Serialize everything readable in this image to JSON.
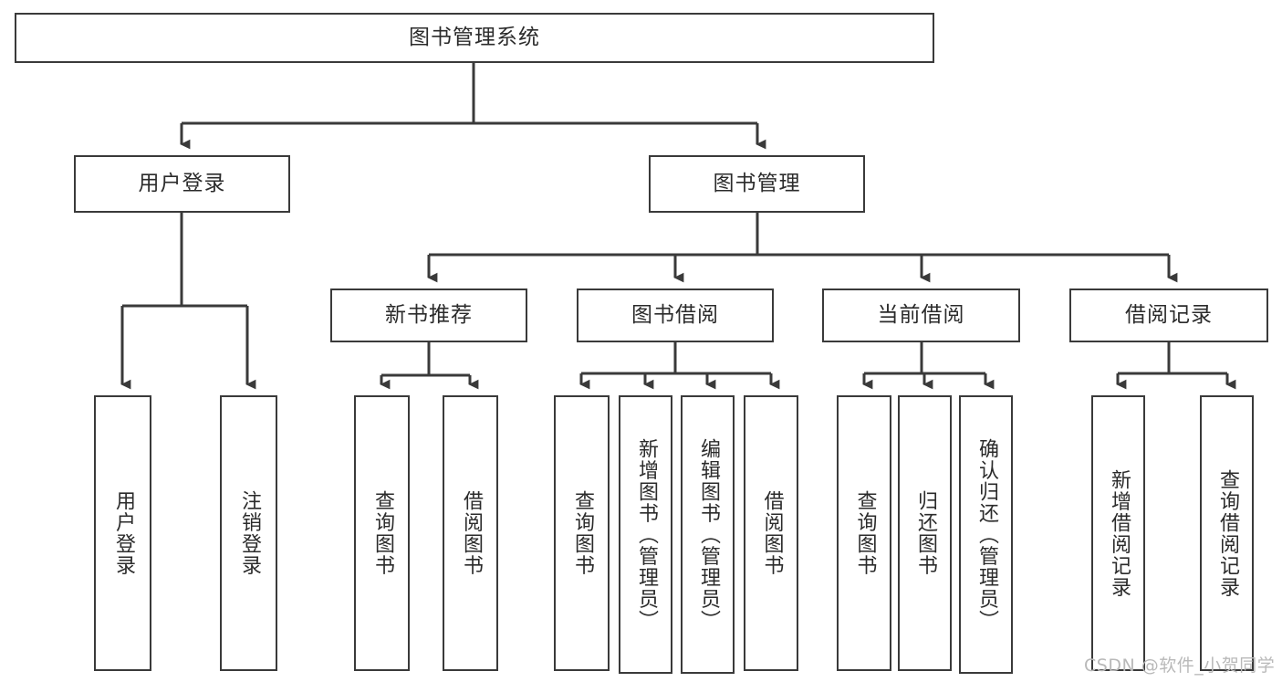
{
  "diagram": {
    "type": "tree-hierarchy",
    "title": "图书管理系统",
    "root": {
      "label": "图书管理系统"
    },
    "level2": [
      {
        "label": "用户登录"
      },
      {
        "label": "图书管理"
      }
    ],
    "level3": [
      {
        "label": "新书推荐"
      },
      {
        "label": "图书借阅"
      },
      {
        "label": "当前借阅"
      },
      {
        "label": "借阅记录"
      }
    ],
    "leaves": {
      "user_login": [
        {
          "label": "用户登录"
        },
        {
          "label": "注销登录"
        }
      ],
      "new_book_recommend": [
        {
          "label": "查询图书"
        },
        {
          "label": "借阅图书"
        }
      ],
      "book_borrow": [
        {
          "label": "查询图书"
        },
        {
          "label": "新增图书（管理员）"
        },
        {
          "label": "编辑图书（管理员）"
        },
        {
          "label": "借阅图书"
        }
      ],
      "current_borrow": [
        {
          "label": "查询图书"
        },
        {
          "label": "归还图书"
        },
        {
          "label": "确认归还（管理员）"
        }
      ],
      "borrow_record": [
        {
          "label": "新增借阅记录"
        },
        {
          "label": "查询借阅记录"
        }
      ]
    }
  },
  "watermark": {
    "text": "CSDN @软件_小贺同学"
  },
  "colors": {
    "box_border": "#3a3a3a",
    "text": "#2b2b2b",
    "connector": "#3a3a3a",
    "background": "#ffffff",
    "watermark": "#b9b9b9"
  }
}
